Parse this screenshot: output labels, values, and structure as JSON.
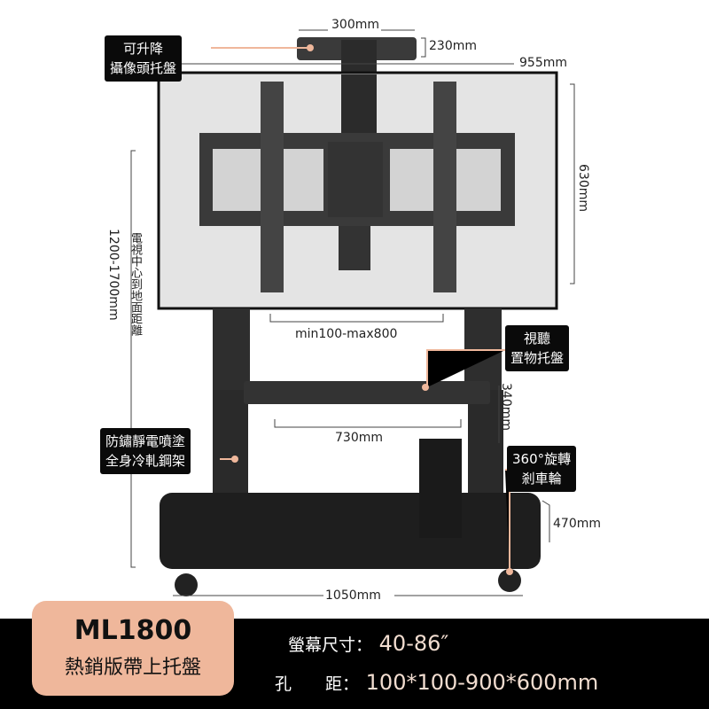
{
  "callouts": {
    "camera_tray": [
      "可升降",
      "攝像頭托盤"
    ],
    "av_shelf": [
      "視聽",
      "置物托盤"
    ],
    "frame": [
      "防鏽靜電噴塗",
      "全身冷軋鋼架"
    ],
    "wheels": [
      "360°旋轉",
      "剎車輪"
    ]
  },
  "dimensions": {
    "tray_width": "300mm",
    "tray_depth": "230mm",
    "bracket_width": "955mm",
    "bracket_height": "630mm",
    "center_height": "1200-1700mm",
    "center_height_label": "電視中心到地面距離",
    "shelf_range": "min100-max800",
    "shelf_width": "730mm",
    "shelf_gap": "340mm",
    "base_depth": "470mm",
    "base_width": "1050mm"
  },
  "product": {
    "model": "ML1800",
    "subtitle": "熱銷版帶上托盤",
    "screen_size_label": "螢幕尺寸：",
    "screen_size": "40-86″",
    "hole_pitch_label": "孔　　距：",
    "hole_pitch": "100*100-900*600mm"
  },
  "colors": {
    "accent": "#efb79b",
    "frame": "#2e2e2e"
  }
}
